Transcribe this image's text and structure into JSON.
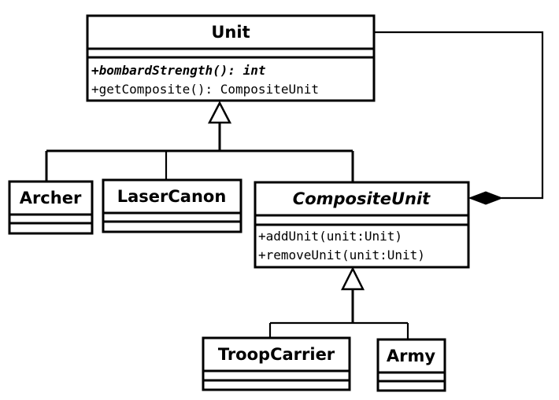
{
  "classes": {
    "unit": {
      "name": "Unit",
      "operations": [
        "+bombardStrength(): int",
        "+getComposite(): CompositeUnit"
      ]
    },
    "archer": {
      "name": "Archer"
    },
    "laser_canon": {
      "name": "LaserCanon"
    },
    "composite_unit": {
      "name": "CompositeUnit",
      "operations": [
        "+addUnit(unit:Unit)",
        "+removeUnit(unit:Unit)"
      ]
    },
    "troop_carrier": {
      "name": "TroopCarrier"
    },
    "army": {
      "name": "Army"
    }
  }
}
